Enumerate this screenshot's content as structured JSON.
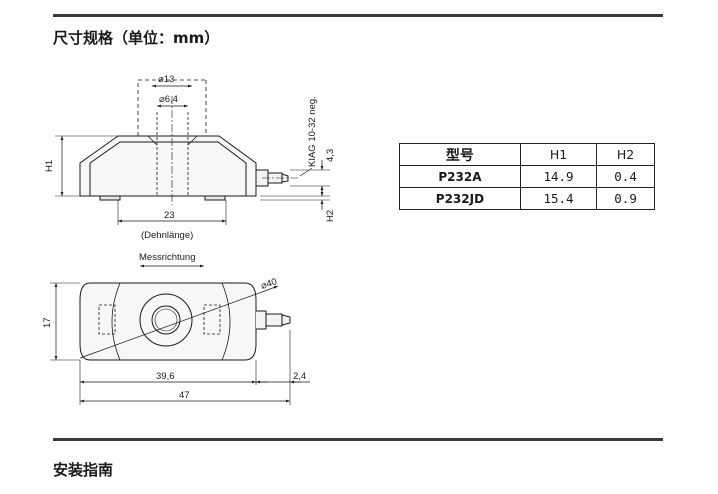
{
  "title": "尺寸规格（单位：mm）",
  "footer_title": "安装指南",
  "drawing": {
    "dia_13": "⌀13",
    "dia_6_4": "⌀6,4",
    "kiag": "KIAG 10-32 neg.",
    "h1": "H1",
    "h2": "H2",
    "dim_4_3": "4,3",
    "dim_23": "23",
    "dehnlaenge": "(Dehnlänge)",
    "messrichtung": "Messrichtung",
    "dia_40": "⌀40",
    "dim_17": "17",
    "dim_39_6": "39,6",
    "dim_2_4": "2,4",
    "dim_47": "47"
  },
  "table": {
    "headers": [
      "型号",
      "H1",
      "H2"
    ],
    "rows": [
      [
        "P232A",
        "14.9",
        "0.4"
      ],
      [
        "P232JD",
        "15.4",
        "0.9"
      ]
    ]
  }
}
